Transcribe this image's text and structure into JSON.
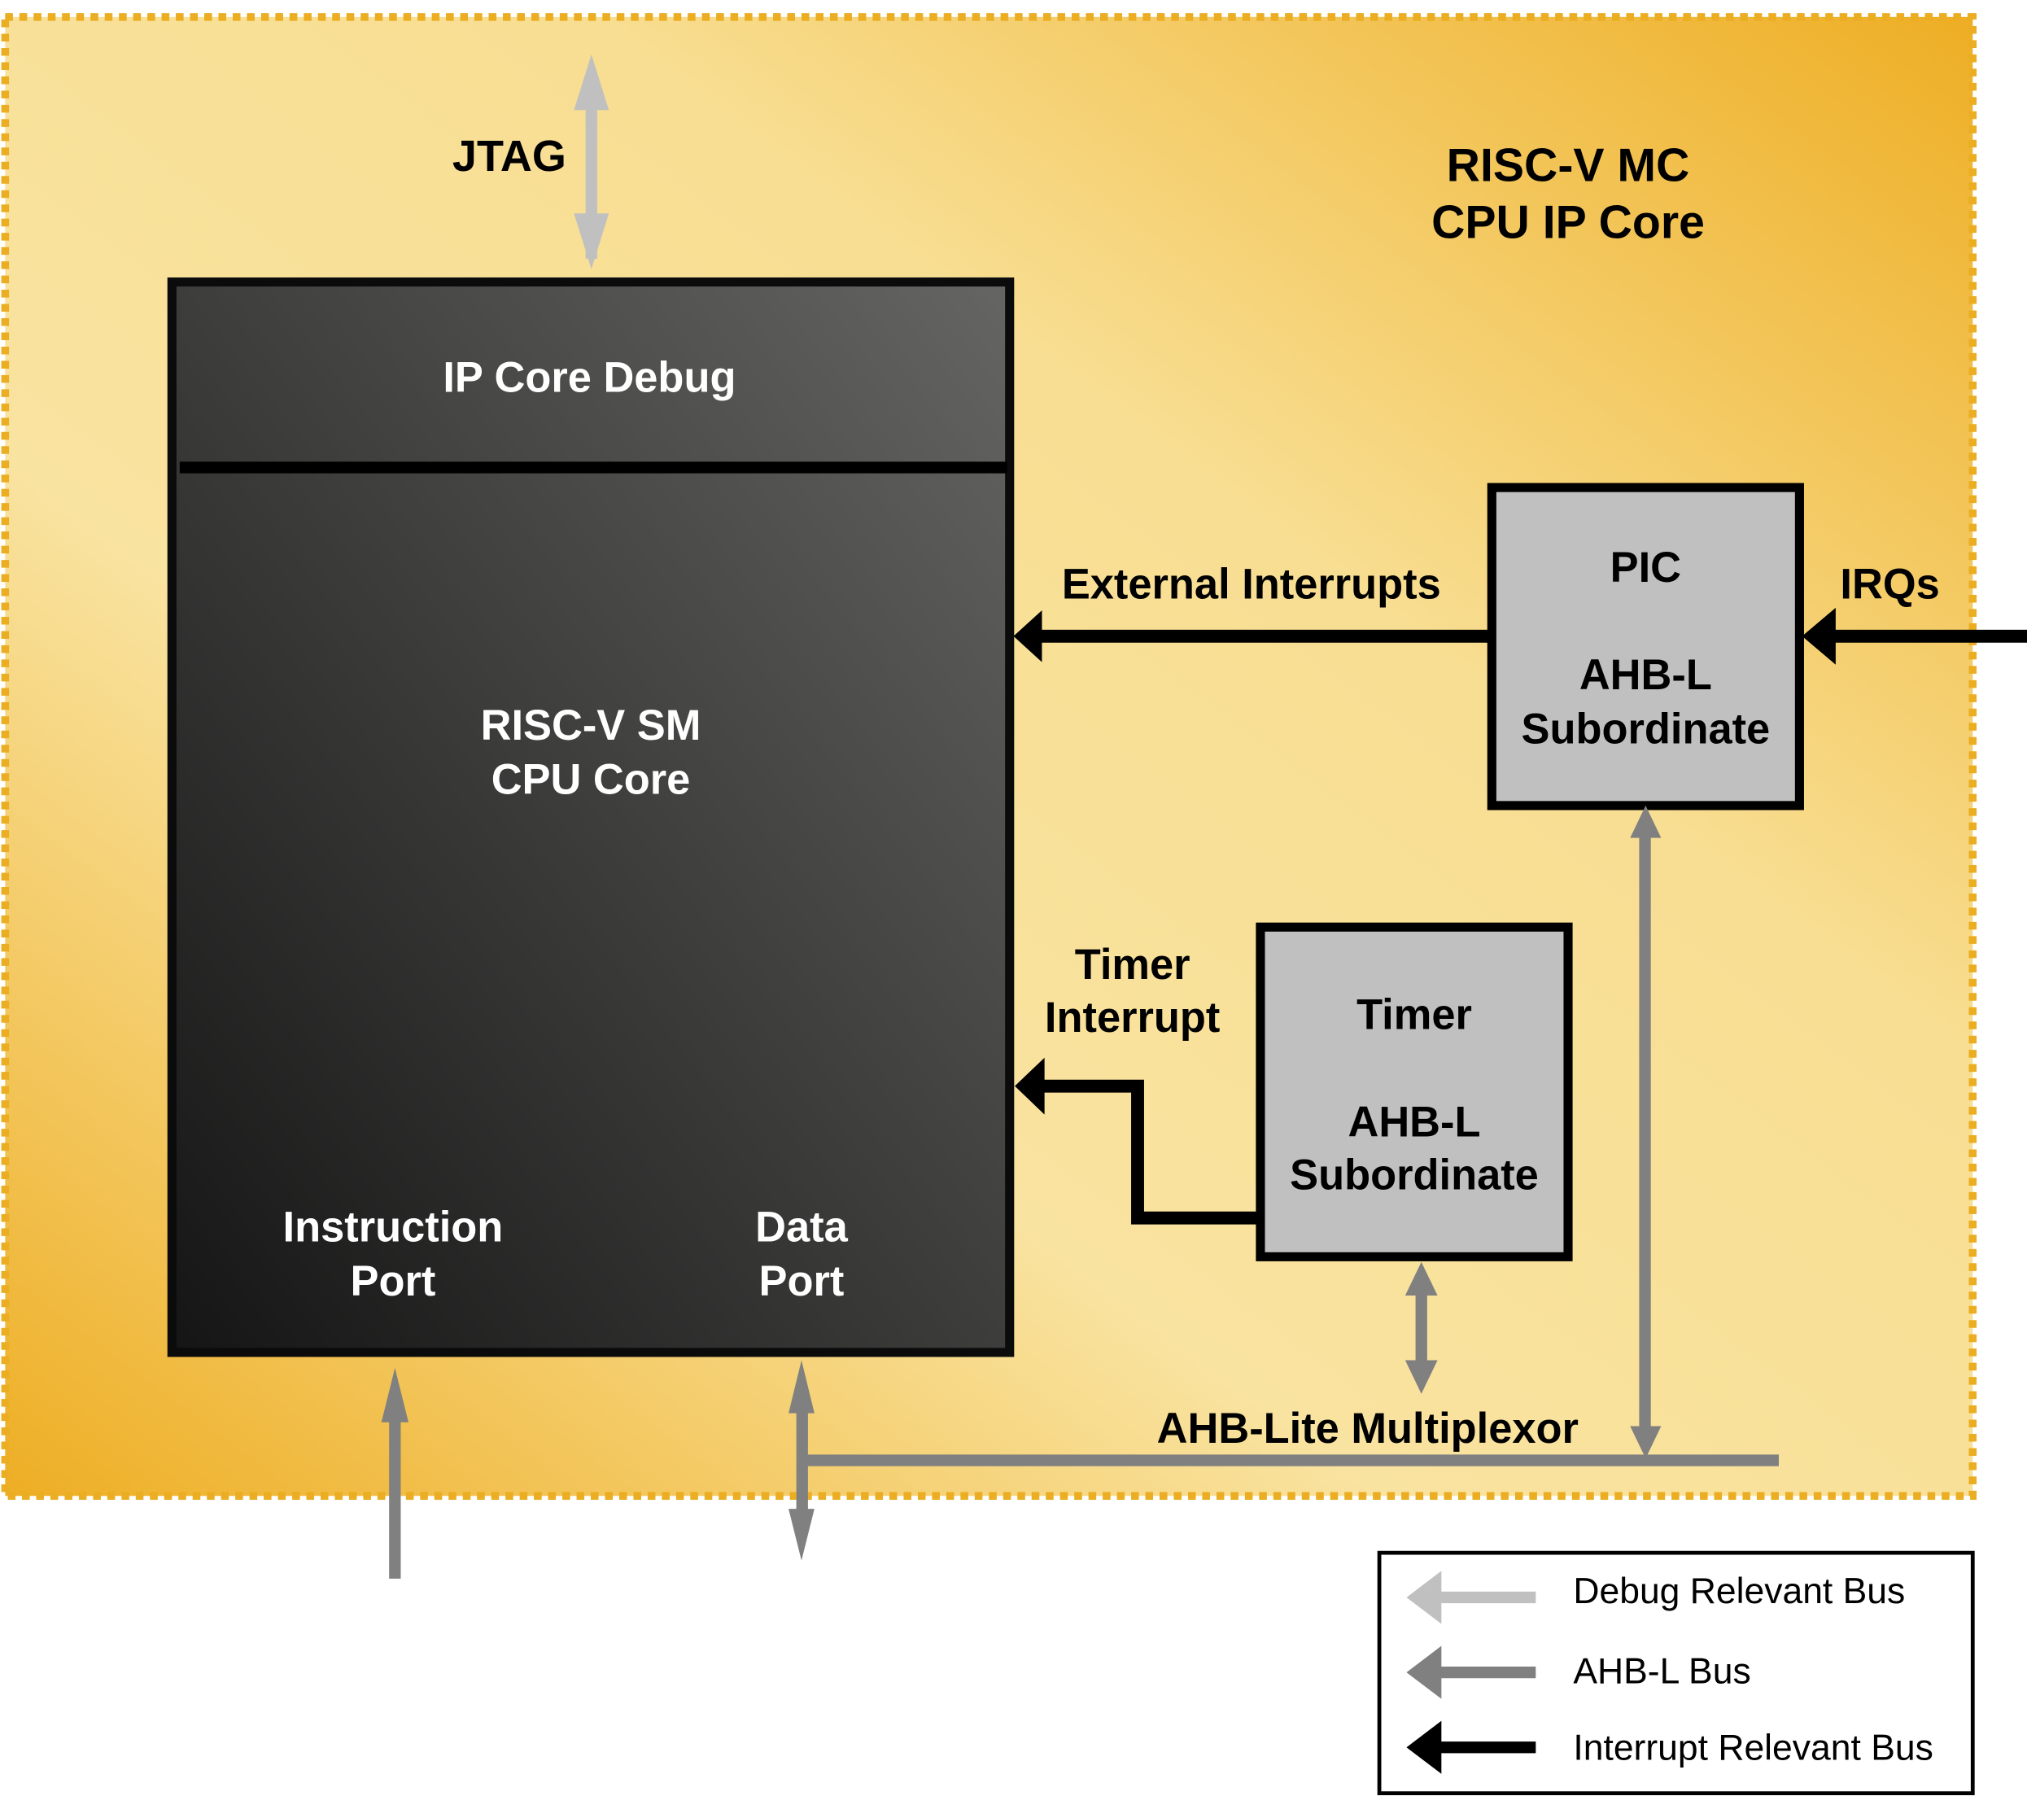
{
  "container": {
    "title_line1": "RISC-V MC",
    "title_line2": "CPU IP Core",
    "border_color": "#EBAD21",
    "gradient_light": "#F9E4A0",
    "gradient_dark": "#EEAE24"
  },
  "cpu": {
    "debug_label": "IP Core Debug",
    "core_line1": "RISC-V SM",
    "core_line2": "CPU Core",
    "instruction_port_line1": "Instruction",
    "instruction_port_line2": "Port",
    "data_port_line1": "Data",
    "data_port_line2": "Port"
  },
  "pic": {
    "name": "PIC",
    "type_line1": "AHB-L",
    "type_line2": "Subordinate"
  },
  "timer": {
    "name": "Timer",
    "type_line1": "AHB-L",
    "type_line2": "Subordinate"
  },
  "signals": {
    "jtag": "JTAG",
    "external_interrupts": "External Interrupts",
    "irqs": "IRQs",
    "timer_interrupt_line1": "Timer",
    "timer_interrupt_line2": "Interrupt",
    "ahb_mux": "AHB-Lite Multiplexor"
  },
  "legend": {
    "items": [
      {
        "label": "Debug Relevant Bus",
        "color": "#C0C0C0"
      },
      {
        "label": "AHB-L Bus",
        "color": "#808080"
      },
      {
        "label": "Interrupt Relevant Bus",
        "color": "#000000"
      }
    ]
  },
  "colors": {
    "debug_bus": "#C0C0C0",
    "ahb_bus": "#808080",
    "interrupt_bus": "#000000",
    "subordinate_fill": "#C0C0C0"
  }
}
